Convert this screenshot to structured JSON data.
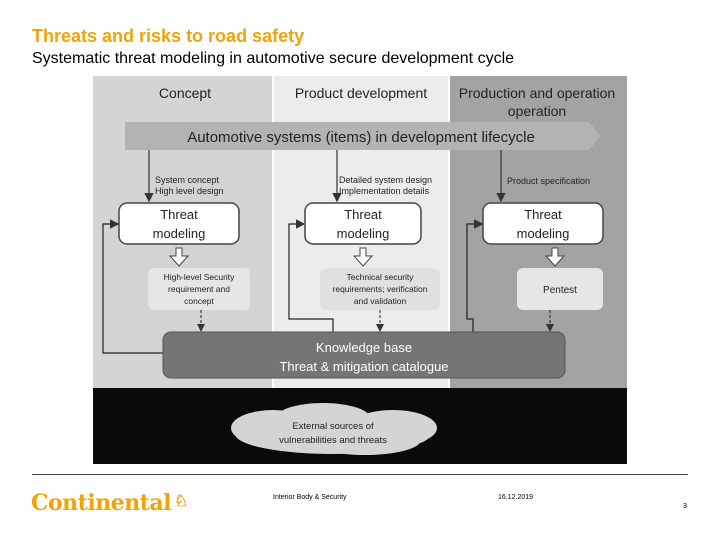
{
  "header": {
    "title": "Threats and risks to road safety",
    "subtitle": "Systematic threat modeling in automotive secure development cycle"
  },
  "diagram": {
    "columns": [
      "Concept",
      "Product development",
      "Production and operation"
    ],
    "lifecycle_banner": "Automotive systems (items) in development lifecycle",
    "inputs": [
      "System concept",
      "High level design",
      "Detailed system design",
      "Implementation details",
      "Product specification"
    ],
    "threat_modeling": [
      "Threat",
      "modeling"
    ],
    "outputs": {
      "concept": [
        "High-level Security",
        "requirement and",
        "concept"
      ],
      "development": [
        "Technical security",
        "requirements; verification",
        "and validation"
      ],
      "operation": "Pentest"
    },
    "knowledge_base": [
      "Knowledge base",
      "Threat  & mitigation catalogue"
    ],
    "external": [
      "External sources of",
      "vulnerabilities and threats"
    ],
    "colors": {
      "concept_bg": "#d4d4d4",
      "development_bg": "#ececec",
      "operation_bg": "#a3a3a3",
      "banner": "#b3b3b3",
      "kb": "#757575"
    }
  },
  "footer": {
    "logo": "Continental",
    "logo_mark": "horse-logo-icon",
    "department": "Interior Body & Security",
    "date": "16.12.2019",
    "page": "3"
  }
}
